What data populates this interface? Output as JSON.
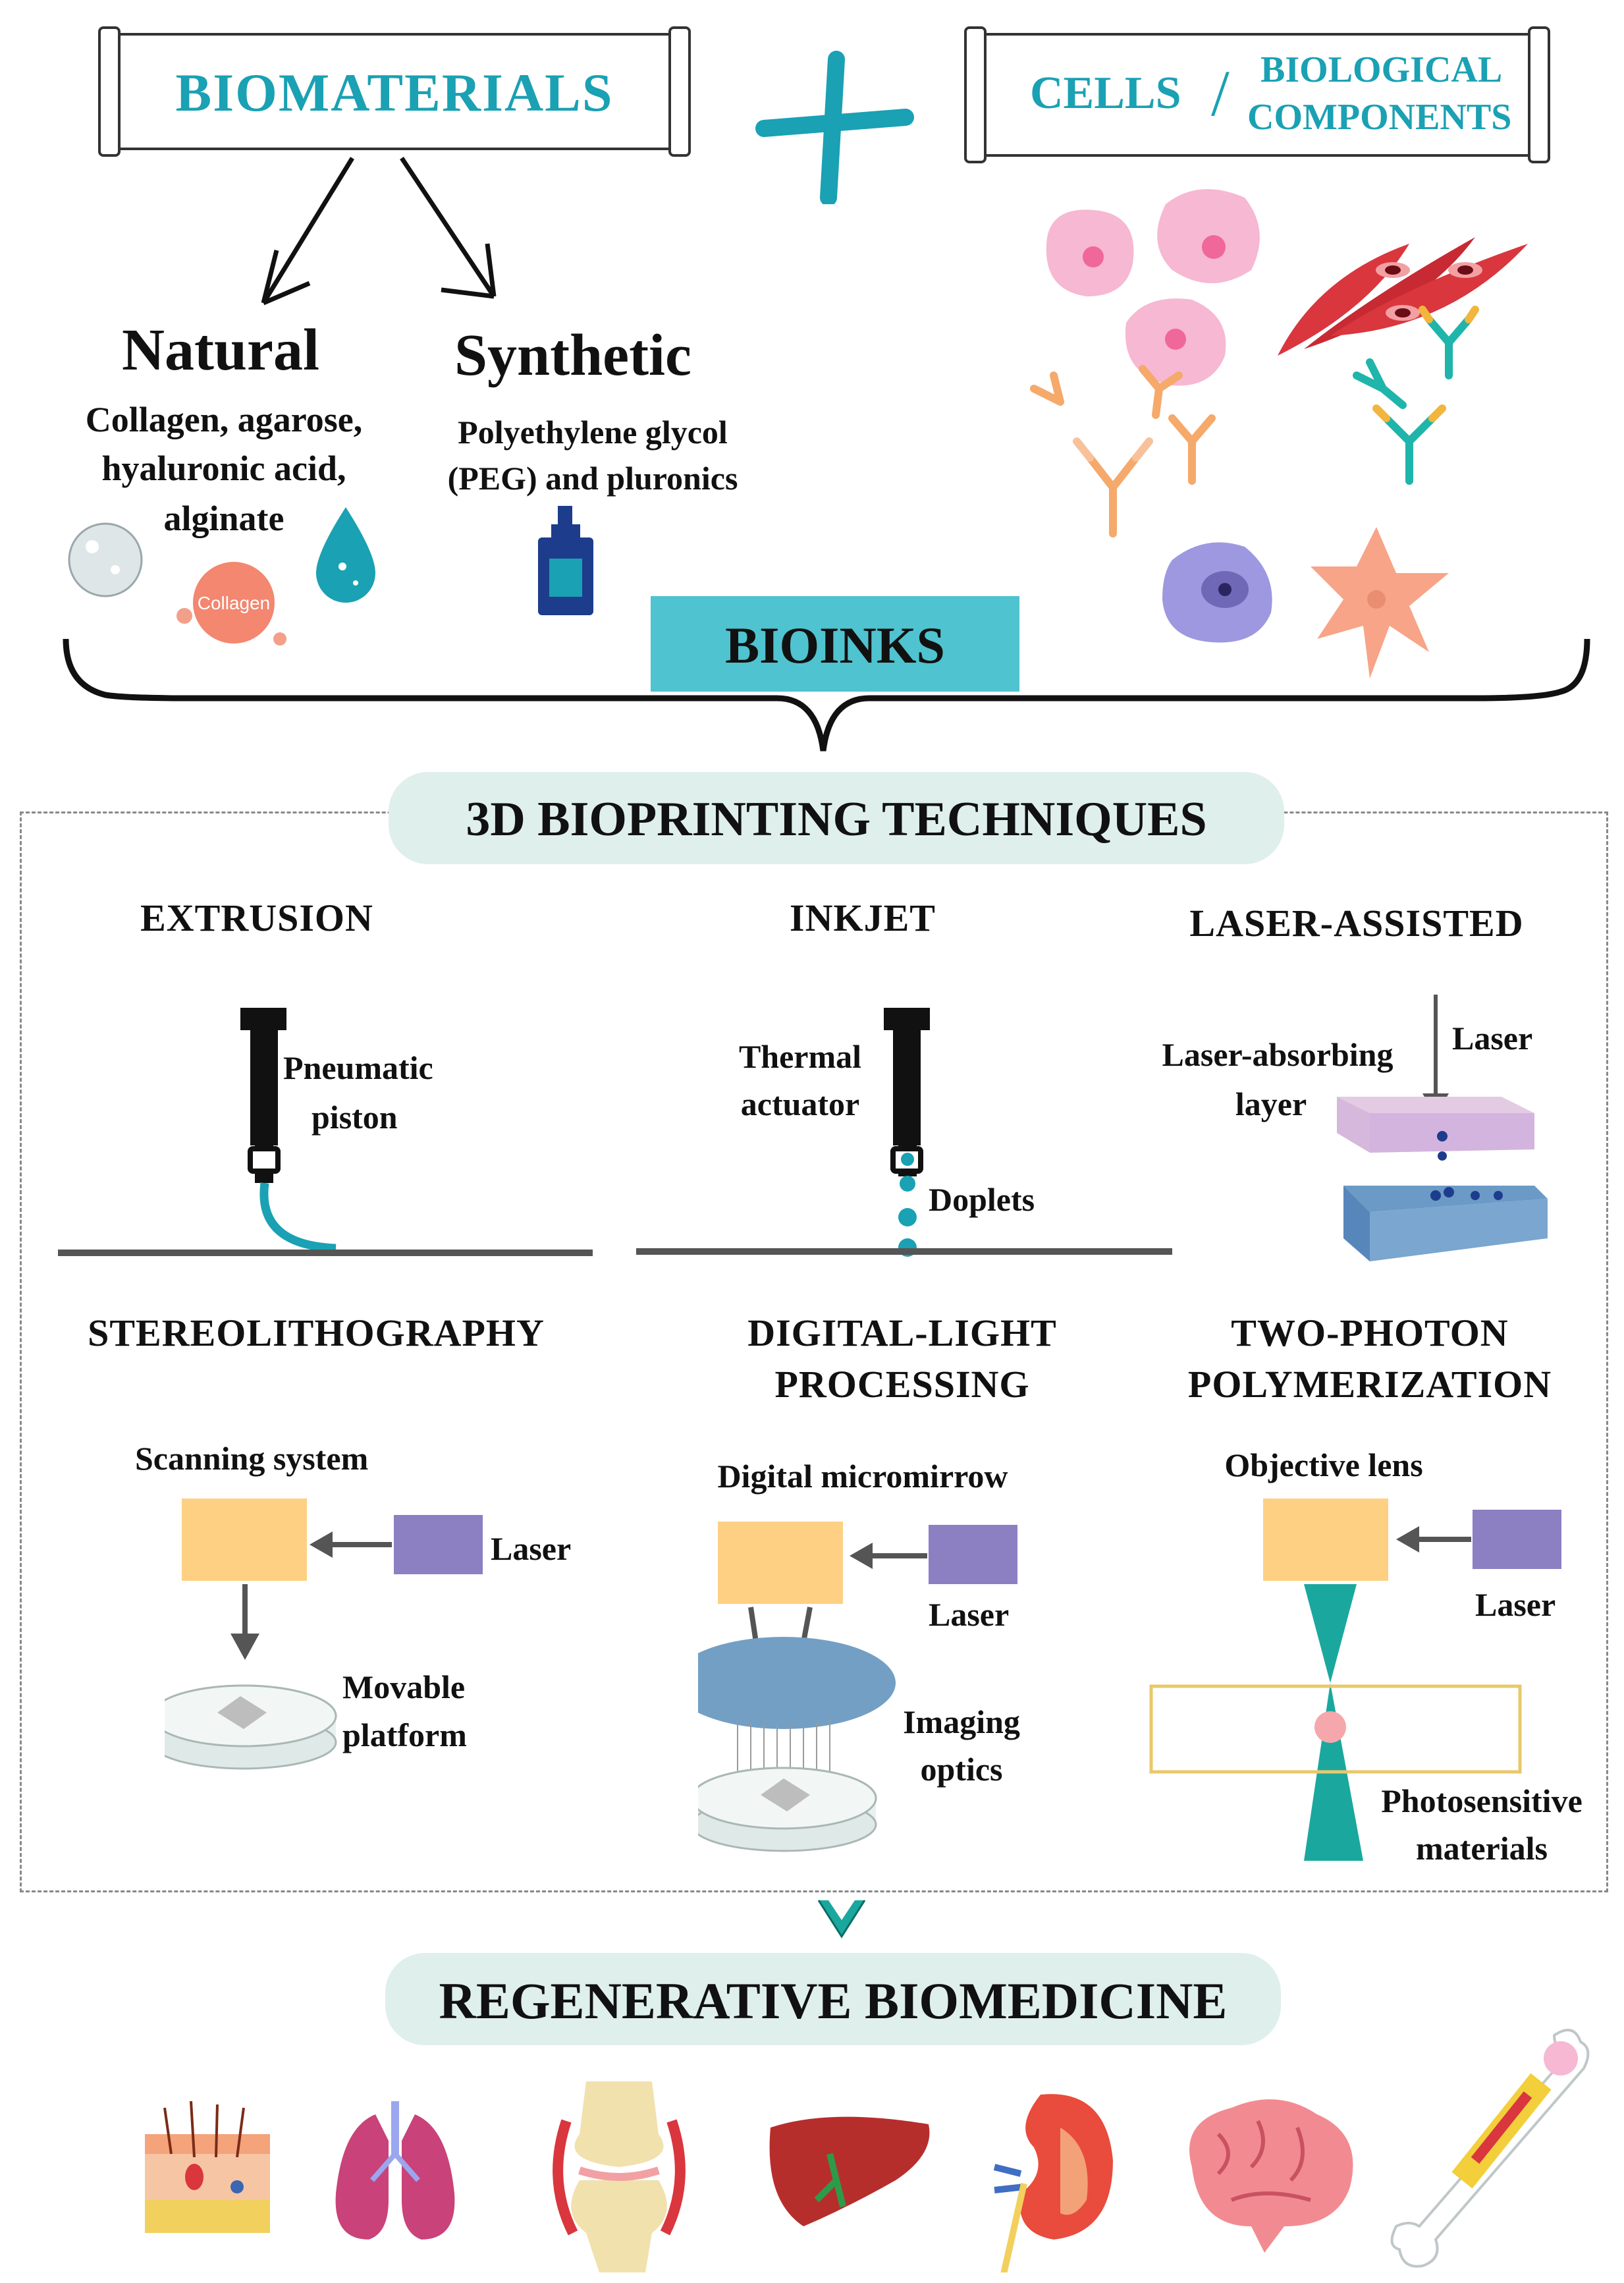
{
  "top": {
    "biomaterials": "BIOMATERIALS",
    "plus": "+",
    "cells_title": "CELLS",
    "slash": "/",
    "bio_components_1": "BIOLOGICAL",
    "bio_components_2": "COMPONENTS"
  },
  "natural": {
    "title": "Natural",
    "desc_1": "Collagen, agarose,",
    "desc_2": "hyaluronic acid,",
    "desc_3": "alginate",
    "collagen_sphere": "Collagen"
  },
  "synthetic": {
    "title": "Synthetic",
    "desc_1": "Polyethylene glycol",
    "desc_2": "(PEG) and pluronics"
  },
  "bioinks": "BIOINKS",
  "techniques_title": "3D BIOPRINTING TECHNIQUES",
  "extrusion": {
    "title": "EXTRUSION",
    "label_1": "Pneumatic",
    "label_2": "piston"
  },
  "inkjet": {
    "title": "INKJET",
    "label_1": "Thermal",
    "label_2": "actuator",
    "droplets": "Doplets"
  },
  "laser_assisted": {
    "title": "LASER-ASSISTED",
    "laser": "Laser",
    "absorbing_1": "Laser-absorbing",
    "absorbing_2": "layer"
  },
  "stereo": {
    "title": "STEREOLITHOGRAPHY",
    "scanning": "Scanning system",
    "laser": "Laser",
    "platform_1": "Movable",
    "platform_2": "platform"
  },
  "dlp": {
    "title_1": "DIGITAL-LIGHT",
    "title_2": "PROCESSING",
    "mirror": "Digital micromirrow",
    "laser": "Laser",
    "optics_1": "Imaging",
    "optics_2": "optics"
  },
  "tpp": {
    "title_1": "TWO-PHOTON",
    "title_2": "POLYMERIZATION",
    "lens": "Objective lens",
    "laser": "Laser",
    "photo_1": "Photosensitive",
    "photo_2": "materials"
  },
  "regen_title": "REGENERATIVE BIOMEDICINE",
  "colors": {
    "teal": "#1aa1b3",
    "bioinks_bg": "#4fc3cf",
    "pill_bg": "#dfefec",
    "yellow": "#fdd083",
    "purple": "#8c7fc2",
    "pink_cell": "#f6b8d2",
    "red_cell": "#d9363e",
    "grey_line": "#555555"
  },
  "organs": [
    "skin-icon",
    "lungs-icon",
    "joint-icon",
    "liver-icon",
    "kidney-icon",
    "brain-icon",
    "bone-icon"
  ]
}
